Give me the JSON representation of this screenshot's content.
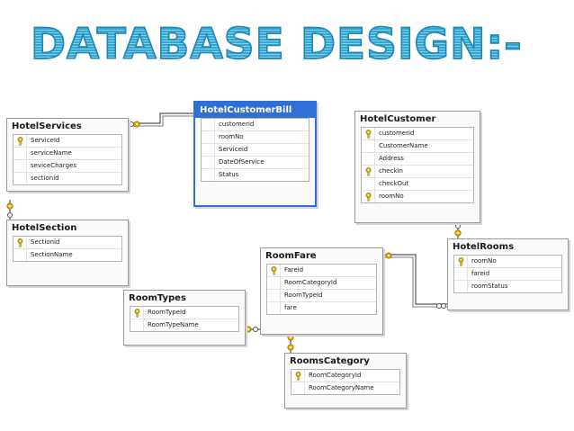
{
  "title": "DATABASE DESIGN:-",
  "tables": {
    "hotel_services": {
      "name": "HotelServices",
      "columns": [
        {
          "name": "ServiceId",
          "key": true
        },
        {
          "name": "serviceName",
          "key": false
        },
        {
          "name": "seviceCharges",
          "key": false
        },
        {
          "name": "sectionid",
          "key": false
        }
      ]
    },
    "hotel_customer_bill": {
      "name": "HotelCustomerBill",
      "selected": true,
      "columns": [
        {
          "name": "customerid",
          "key": false
        },
        {
          "name": "roomNo",
          "key": false
        },
        {
          "name": "Serviceid",
          "key": false
        },
        {
          "name": "DateOfService",
          "key": false
        },
        {
          "name": "Status",
          "key": false
        }
      ]
    },
    "hotel_customer": {
      "name": "HotelCustomer",
      "columns": [
        {
          "name": "customerid",
          "key": true
        },
        {
          "name": "CustomerName",
          "key": false
        },
        {
          "name": "Address",
          "key": false
        },
        {
          "name": "checkIn",
          "key": true
        },
        {
          "name": "checkOut",
          "key": false
        },
        {
          "name": "roomNo",
          "key": true
        }
      ]
    },
    "hotel_section": {
      "name": "HotelSection",
      "columns": [
        {
          "name": "Sectionid",
          "key": true
        },
        {
          "name": "SectionName",
          "key": false
        }
      ]
    },
    "room_fare": {
      "name": "RoomFare",
      "columns": [
        {
          "name": "Fareid",
          "key": true
        },
        {
          "name": "RoomCategoryId",
          "key": false
        },
        {
          "name": "RoomTypeId",
          "key": false
        },
        {
          "name": "fare",
          "key": false
        }
      ]
    },
    "hotel_rooms": {
      "name": "HotelRooms",
      "columns": [
        {
          "name": "roomNo",
          "key": true
        },
        {
          "name": "fareid",
          "key": false
        },
        {
          "name": "roomStatus",
          "key": false
        }
      ]
    },
    "room_types": {
      "name": "RoomTypes",
      "columns": [
        {
          "name": "RoomTypeId",
          "key": true
        },
        {
          "name": "RoomTypeName",
          "key": false
        }
      ]
    },
    "rooms_category": {
      "name": "RoomsCategory",
      "columns": [
        {
          "name": "RoomCategoryId",
          "key": true
        },
        {
          "name": "RoomCategoryName",
          "key": false
        }
      ]
    }
  },
  "relationships": [
    {
      "from": "hotel_services",
      "to": "hotel_customer_bill"
    },
    {
      "from": "hotel_section",
      "to": "hotel_services"
    },
    {
      "from": "room_types",
      "to": "room_fare"
    },
    {
      "from": "rooms_category",
      "to": "room_fare"
    },
    {
      "from": "room_fare",
      "to": "hotel_rooms"
    },
    {
      "from": "hotel_rooms",
      "to": "hotel_customer"
    }
  ],
  "colors": {
    "title_fill": "#3aa6d0",
    "title_stroke": "#1e86bd",
    "selected_header": "#2f6fd6",
    "key_icon": "#e3b400",
    "connector": "#555555"
  }
}
